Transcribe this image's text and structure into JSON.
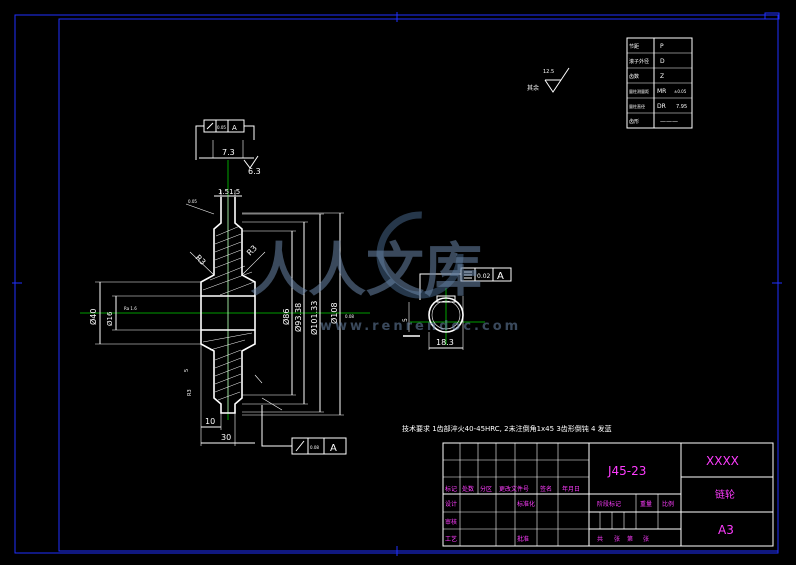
{
  "title_block": {
    "drawing_no": "J45-23",
    "name_placeholder": "XXXX",
    "part_name": "链轮",
    "sheet_size": "A3",
    "header_labels": [
      "标记",
      "处数",
      "分区",
      "更改文件号",
      "签名",
      "年月日"
    ],
    "row_labels": [
      "设计",
      "标准化",
      "审核",
      "工艺",
      "批准"
    ],
    "stage_label": "阶段标记",
    "weight_label": "重量",
    "scale_label": "比例",
    "sheets_label": "共",
    "sheet_label": "张",
    "page_label": "第"
  },
  "tech_requirements": "技术要求   1齿部淬火40-45HRC, 2未注倒角1x45   3齿形倒钝   4 发蓝",
  "param_table": {
    "rows": [
      {
        "label": "节距",
        "value": "P"
      },
      {
        "label": "滚子外径",
        "value": "D"
      },
      {
        "label": "齿数",
        "value": "Z"
      },
      {
        "label": "量柱测量距",
        "value": "MR",
        "extra": "±0.05"
      },
      {
        "label": "量柱直径",
        "value": "DR",
        "extra": "7.95"
      },
      {
        "label": "齿形",
        "value": "———"
      }
    ]
  },
  "roughness_note": {
    "label": "其余",
    "value": "12.5"
  },
  "dimensions": {
    "hub_width": "7.3",
    "hub_roughness": "6.3",
    "tooth_width": "1.51.5",
    "d40": "Ø40",
    "d16": "Ø16",
    "d86": "Ø86",
    "d93": "Ø93.38",
    "d101": "Ø101.33",
    "d108": "Ø108",
    "r3a": "R3",
    "r3b": "R3",
    "w10": "10",
    "w30": "30",
    "keyway_depth": "18.3",
    "keyway_width": "5",
    "flatness": "0.02",
    "datum": "A",
    "runout": "0.08",
    "perp_top": "0.05",
    "small_note": "Ra 1.6"
  },
  "watermark": {
    "chars": "人人文库",
    "url": "www.renrendoc.com"
  }
}
